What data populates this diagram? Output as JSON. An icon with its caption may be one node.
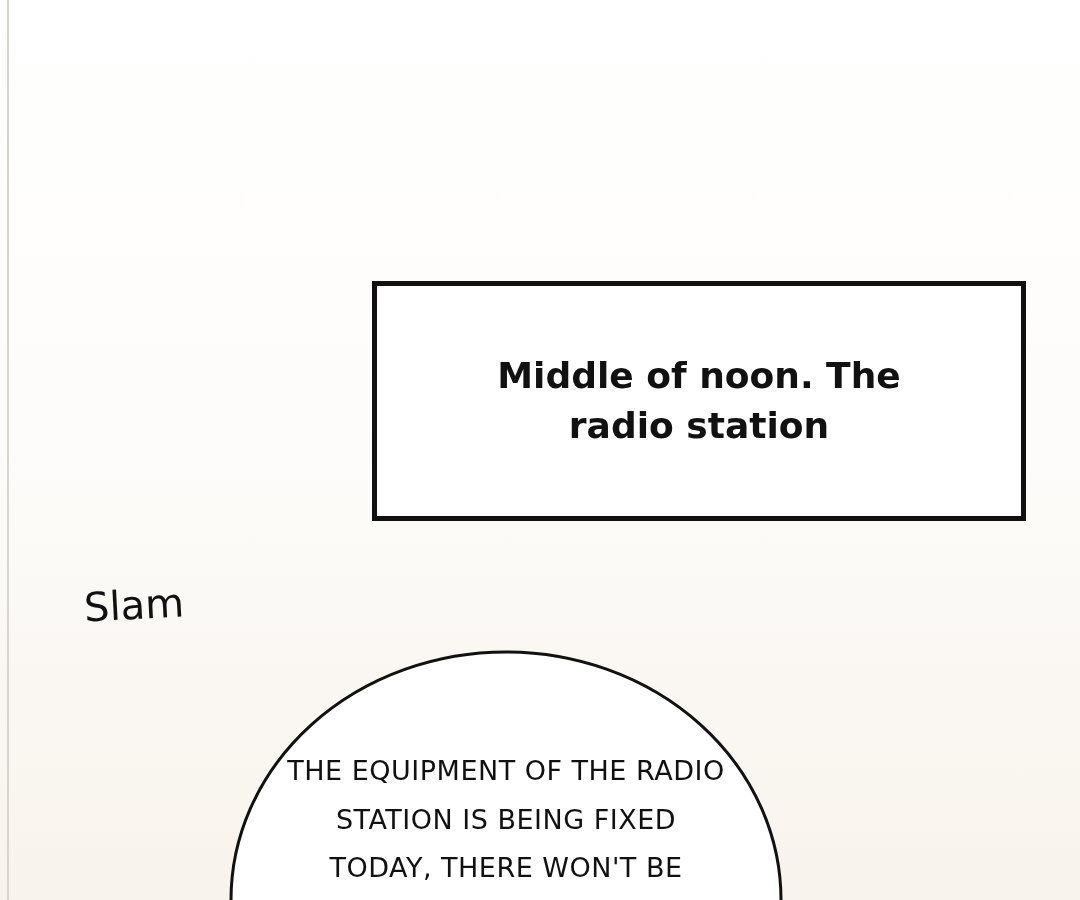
{
  "diagram": {
    "nodes": [
      {
        "text": [
          "Middle of noon. The radio station"
        ]
      },
      {
        "text": [
          "THE EQUIPMENT OF THE RADIO STATION IS BEING FIXED TODAY, THERE WON'T BE"
        ]
      }
    ],
    "labels": [
      "Slam"
    ]
  }
}
